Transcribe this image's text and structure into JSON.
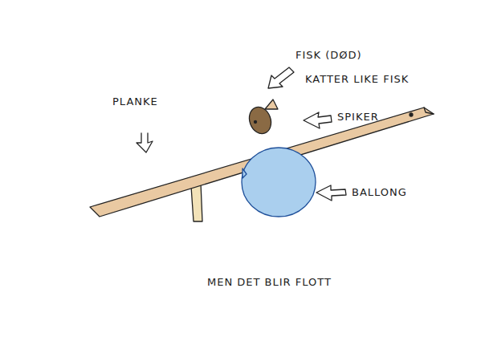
{
  "diagram": {
    "labels": [
      "FISK (DØD)",
      "KATTER LIKE FISK",
      "PLANKE",
      "SPIKER",
      "BALLONG",
      "MEN DET BLIR FLOTT"
    ]
  }
}
